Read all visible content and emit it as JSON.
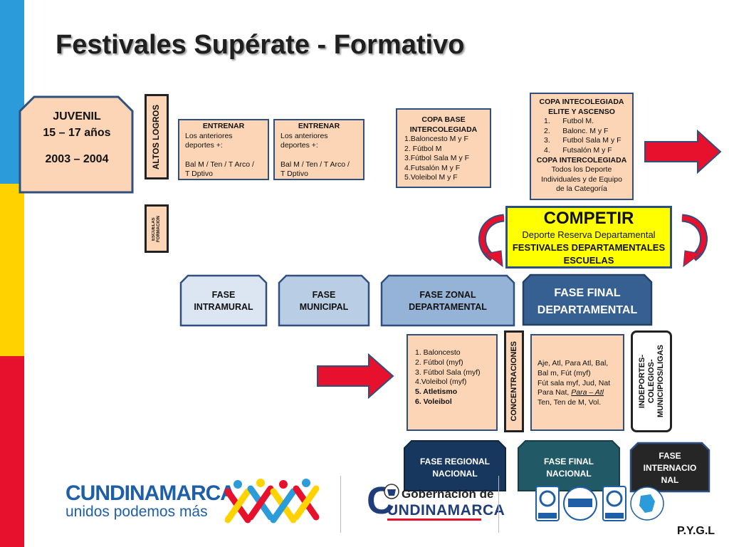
{
  "title": "Festivales Supérate - Formativo",
  "juvenil": {
    "line1": "JUVENIL",
    "line2": "15 – 17 años",
    "line3": "2003 – 2004"
  },
  "altos_logros": "ALTOS LOGROS",
  "escuelas_formacion": {
    "line1": "ESCUELAS",
    "line2": "FORMACION"
  },
  "entrenar_1": {
    "heading": "ENTRENAR",
    "line1": "Los anteriores",
    "line2": "deportes +:",
    "line3": "Bal M / Ten / T Arco /",
    "line4": "T Dptivo"
  },
  "entrenar_2": {
    "heading": "ENTRENAR",
    "line1": "Los anteriores",
    "line2": "deportes +:",
    "line3": "Bal M / Ten / T Arco /",
    "line4": "T Dptivo"
  },
  "copa_base": {
    "heading1": "COPA BASE",
    "heading2": "INTERCOLEGIADA",
    "items": [
      "1.Baloncesto M y F",
      "2. Fútbol M",
      "3.Fútbol Sala M y F",
      "4.Futsalón M y F",
      "5.Voleibol M y F"
    ]
  },
  "copa_elite": {
    "heading1": "COPA INTECOLEGIADA",
    "heading2": "ELITE Y ASCENSO",
    "items": [
      "1.      Futbol M.",
      "2.      Balonc. M y F",
      "3.      Futbol Sala M y F",
      "4.      Futsalón M y F"
    ],
    "heading3": "COPA INTERCOLEGIADA",
    "line1": "Todos los Deporte",
    "line2": "Individuales y de Equipo",
    "line3": "de la Categoría"
  },
  "competir": {
    "title": "COMPETIR",
    "line1": "Deporte Reserva Departamental",
    "line2": "FESTIVALES DEPARTAMENTALES",
    "line3": "ESCUELAS"
  },
  "phases": {
    "intramural": {
      "line1": "FASE",
      "line2": "INTRAMURAL"
    },
    "municipal": {
      "line1": "FASE",
      "line2": "MUNICIPAL"
    },
    "zonal": {
      "line1": "FASE ZONAL",
      "line2": "DEPARTAMENTAL"
    },
    "final_dep": {
      "line1": "FASE FINAL",
      "line2": "DEPARTAMENTAL"
    },
    "regional": {
      "line1": "FASE REGIONAL",
      "line2": "NACIONAL"
    },
    "final_nac": {
      "line1": "FASE FINAL",
      "line2": "NACIONAL"
    },
    "internacional": {
      "line1": "FASE",
      "line2": "INTERNACIO",
      "line3": "NAL"
    }
  },
  "sports_list": [
    "1. Baloncesto",
    "2. Fútbol (myf)",
    "3. Fútbol Sala (myf)",
    "4.Voleibol (myf)",
    "5. Atletismo",
    "6. Voleibol"
  ],
  "concentraciones": "CONCENTRACIONES",
  "sports_detail": {
    "line1": "Aje, Atl, Para Atl,  Bal,",
    "line2": "Bal m, Fút (myf)",
    "line3": "Fút sala myf, Jud, Nat",
    "line4a": "Para Nat, ",
    "line4b": "Para – Atl",
    "line5": "Ten, Ten de M, Vol."
  },
  "indeportes": {
    "line1": "INDEPORTES-",
    "line2": "COLEGIOS-",
    "line3": "MUNICIPIOS/LIGAS"
  },
  "footer": {
    "cundinamarca": "CUNDINAMARCA",
    "slogan": "unidos podemos más",
    "gobernacion_line1": "Gobernación de",
    "gobernacion_line2": "UNDINAMARCA",
    "gobernacion_letter": "C",
    "pygl": "P.Y.G.L"
  },
  "colors": {
    "stripe_blue": "#2b9bd9",
    "stripe_yellow": "#ffd200",
    "stripe_red": "#e8112d",
    "peach": "#fbd5b5",
    "competir_yellow": "#ffff00",
    "arrow_red": "#e8112d"
  }
}
